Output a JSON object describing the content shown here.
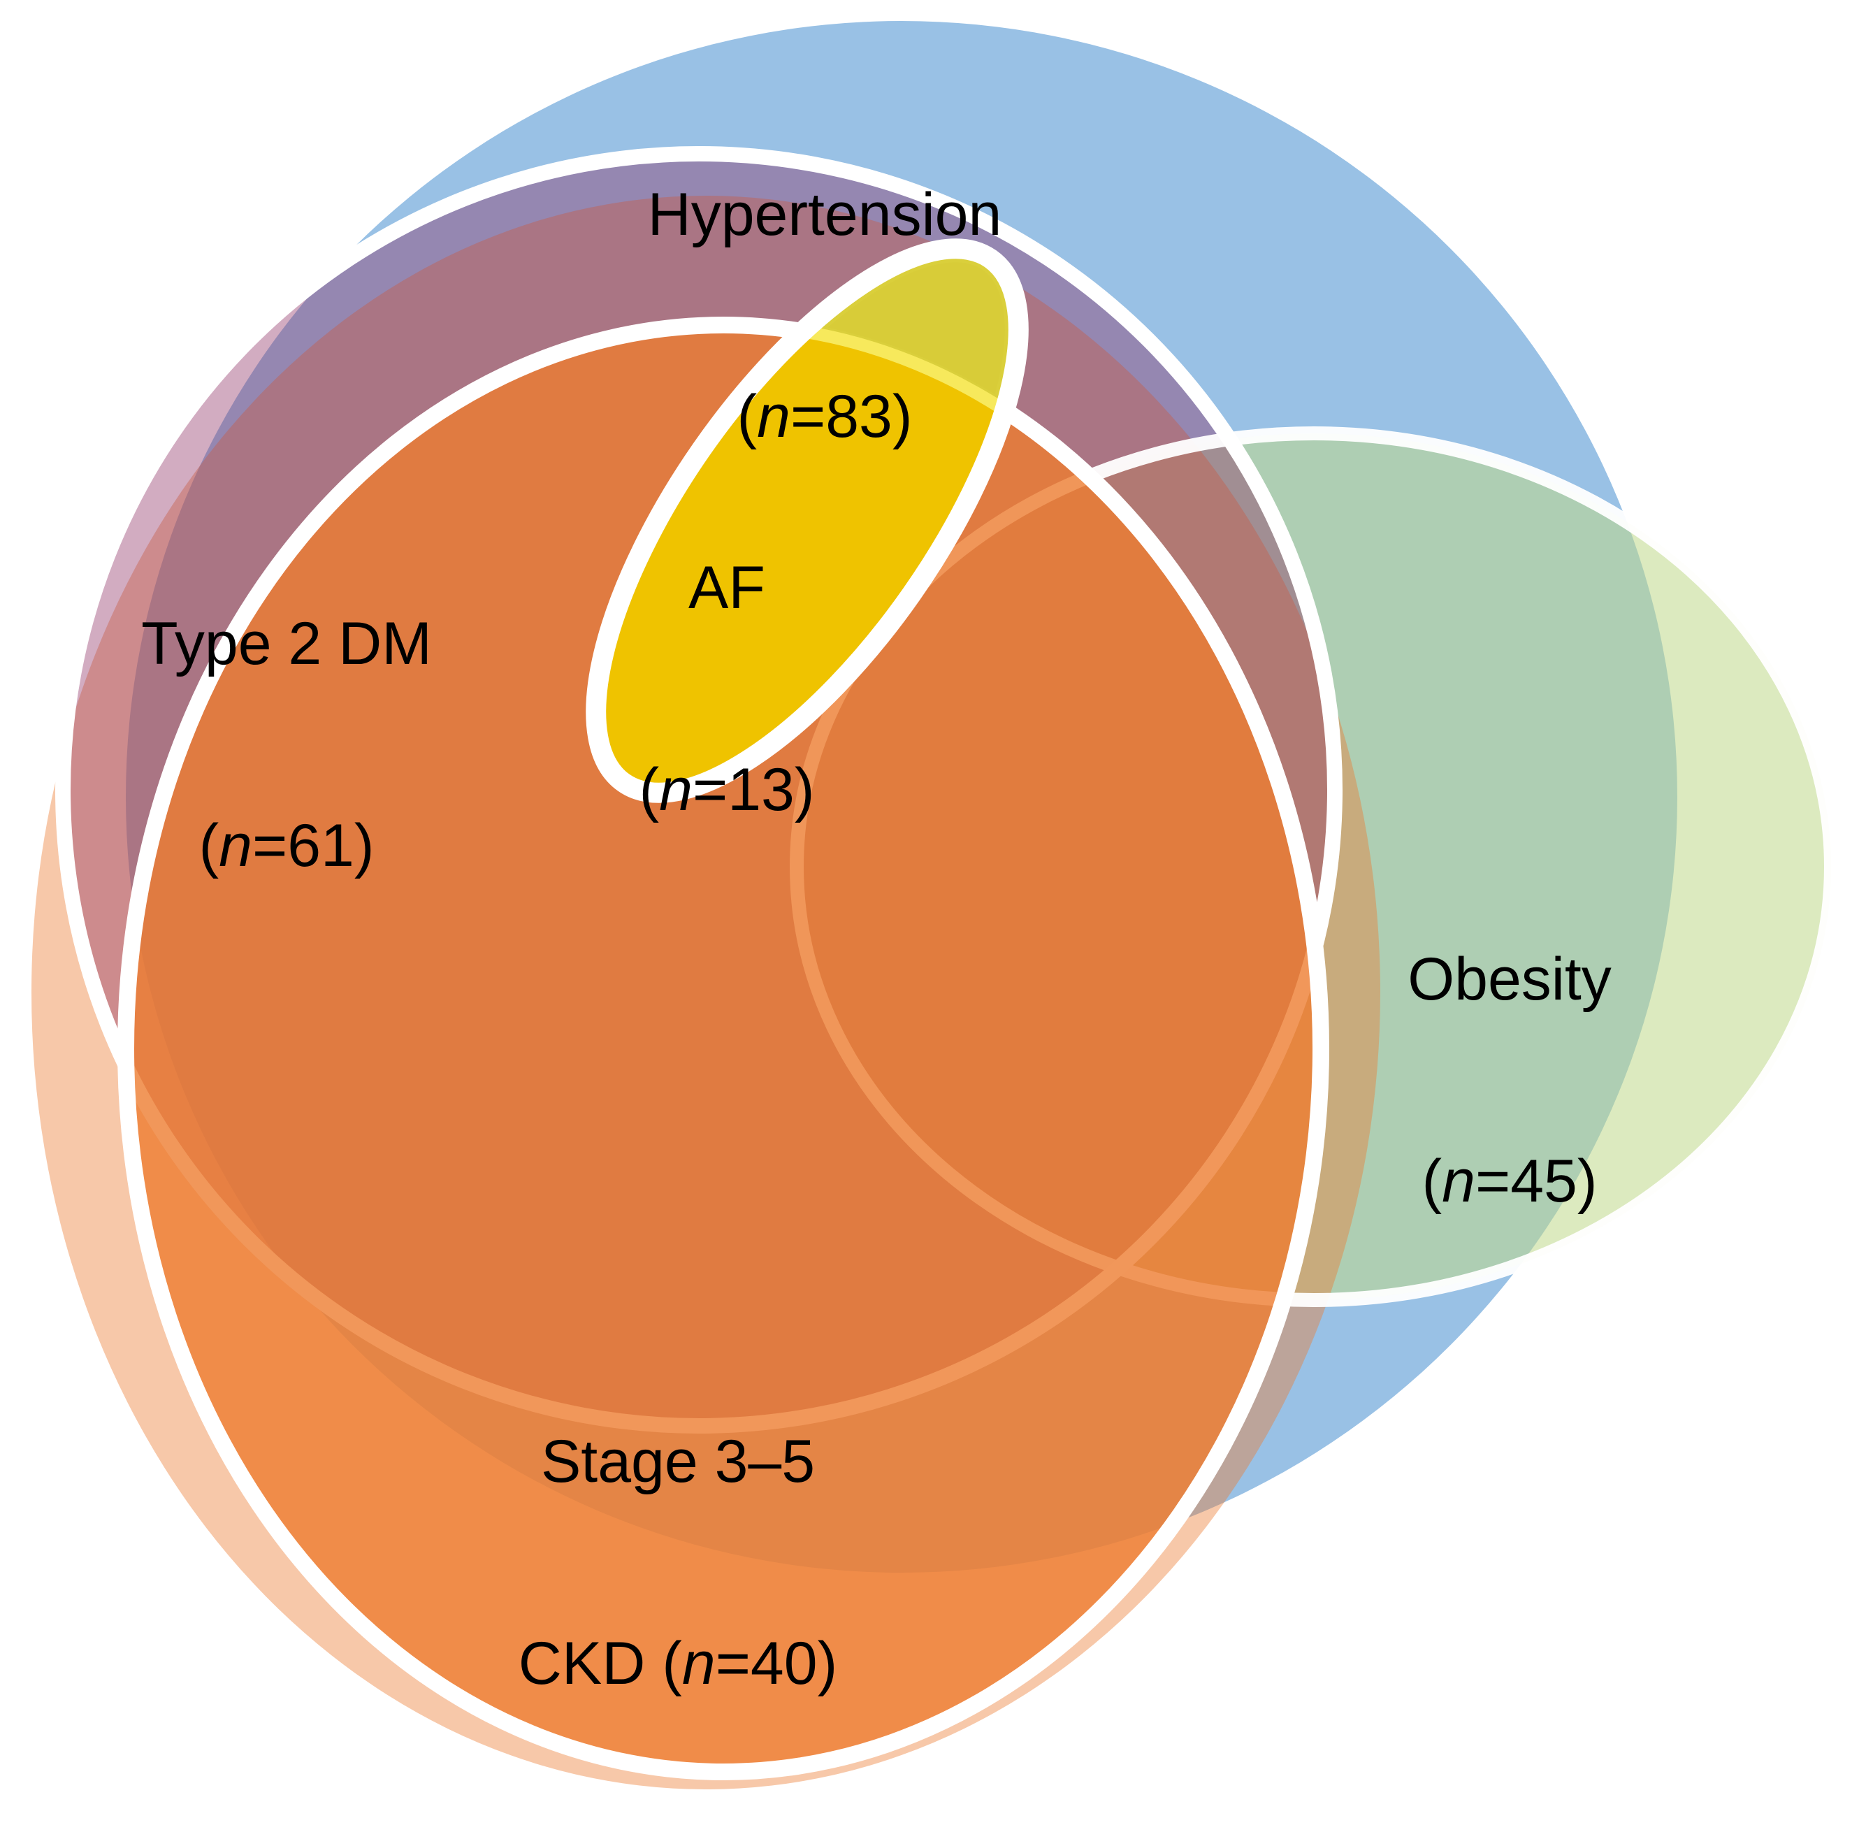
{
  "figure": {
    "type": "venn-diagram",
    "title_visible": false,
    "background_color": "#ffffff",
    "outline_color": "#ffffff",
    "text_color": "#000000"
  },
  "chart_data": {
    "type": "venn",
    "title": "",
    "xlabel": "",
    "ylabel": "",
    "sets": [
      {
        "id": "hypertension",
        "label": "Hypertension",
        "count_text": "(n=83)",
        "n": 83,
        "fill": "#5B9BD5",
        "shape": "circle"
      },
      {
        "id": "type2dm",
        "label": "Type 2 DM",
        "count_text": "(n=61)",
        "n": 61,
        "fill": "#A5517A",
        "shape": "circle"
      },
      {
        "id": "af",
        "label": "AF",
        "count_text": "(n=13)",
        "n": 13,
        "fill": "#E8E23B",
        "shape": "rotated-ellipse"
      },
      {
        "id": "obesity",
        "label": "Obesity",
        "count_text": "(n=45)",
        "n": 45,
        "fill": "#C6DD8E",
        "shape": "ellipse"
      },
      {
        "id": "ckd",
        "label": "Stage 3–5\nCKD",
        "label_line1": "Stage 3–5",
        "label_line2_prefix": "CKD (",
        "count_text": "(n=40)",
        "n": 40,
        "fill": "#ED7D31",
        "shape": "ellipse"
      }
    ],
    "region_colors": {
      "hypertension_only": "#8CB9E3",
      "type2dm_and_hypertension": "#9D7890",
      "ckd_only_outer": "#E09D9D",
      "ckd_inner": "#EE854D",
      "obesity_and_hypertension": "#9CC5C5",
      "obesity_only": "#DEEACB",
      "gray_triple": "#A9A293",
      "af_mid": "#DDD93F",
      "af_top_green": "#C3D96B",
      "af_bottom_gold": "#EFC300"
    }
  },
  "labels": {
    "hypertension": {
      "line1": "Hypertension",
      "paren_open": "(",
      "n_italic": "n",
      "eq_value": "=83",
      "paren_close": ")"
    },
    "type2dm": {
      "line1": "Type 2 DM",
      "paren_open": "(",
      "n_italic": "n",
      "eq_value": "=61",
      "paren_close": ")"
    },
    "af": {
      "line1": "AF",
      "paren_open": "(",
      "n_italic": "n",
      "eq_value": "=13",
      "paren_close": ")"
    },
    "obesity": {
      "line1": "Obesity",
      "paren_open": "(",
      "n_italic": "n",
      "eq_value": "=45",
      "paren_close": ")"
    },
    "ckd": {
      "line1": "Stage 3–5",
      "line2_prefix": "CKD ",
      "paren_open": "(",
      "n_italic": "n",
      "eq_value": "=40",
      "paren_close": ")"
    }
  }
}
